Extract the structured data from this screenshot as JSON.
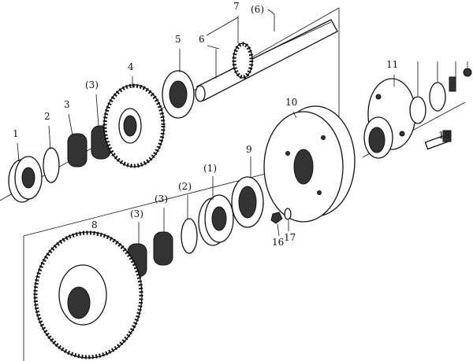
{
  "diagram": {
    "labels": {
      "bearing_1": "1",
      "ring_2": "2",
      "needle_bearing_3": "3",
      "needle_bearing_3_upper": "(3)",
      "gear_4": "4",
      "coupling_5": "5",
      "pin_6": "6",
      "shaft_7": "7",
      "pin_6_paren": "(6)",
      "cover_10": "10",
      "flange_11": "11",
      "bolt_18": "18",
      "seal_9": "9",
      "bearing_1_paren": "(1)",
      "ring_2_paren": "(2)",
      "needle_bearing_3_lower_a": "(3)",
      "needle_bearing_3_lower_b": "(3)",
      "gear_8": "8",
      "nut_16": "16",
      "washer_17": "17"
    }
  }
}
